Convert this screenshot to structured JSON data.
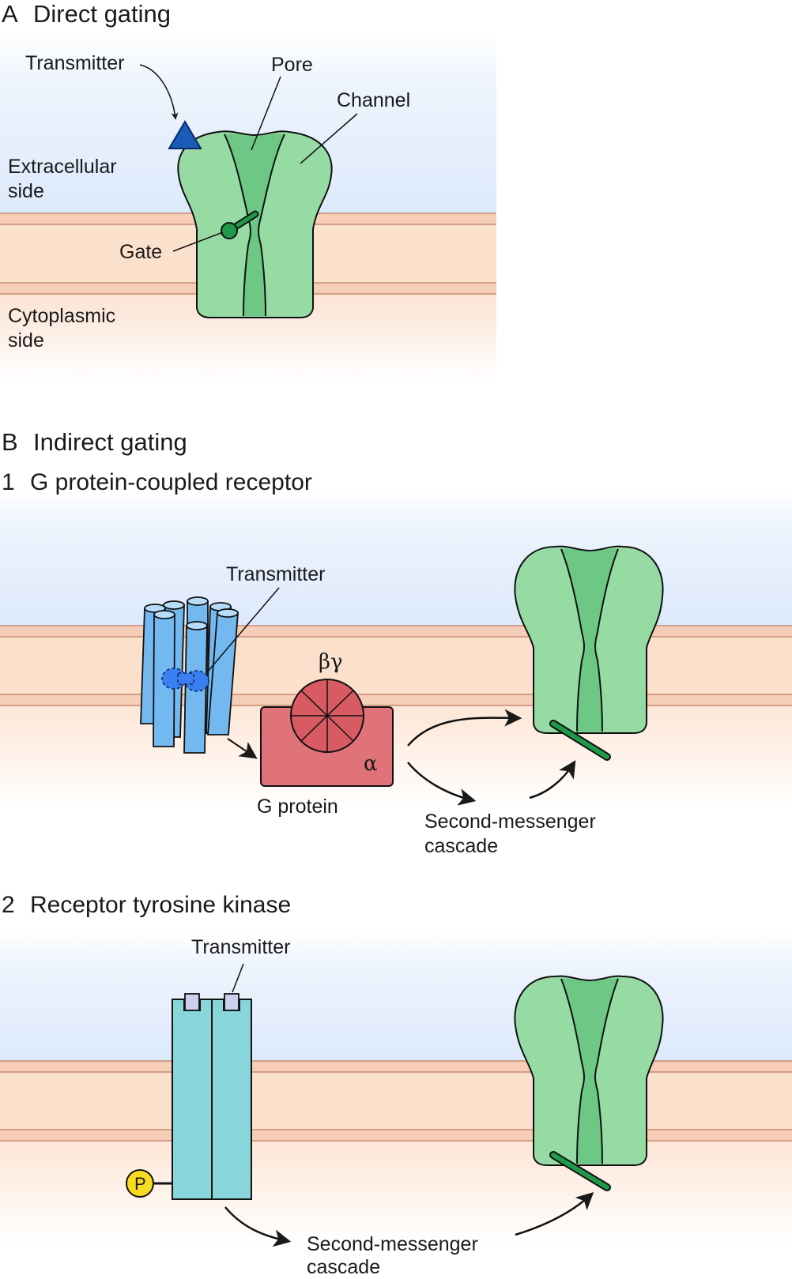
{
  "panel_a": {
    "letter": "A",
    "title": "Direct gating",
    "labels": {
      "transmitter": "Transmitter",
      "pore": "Pore",
      "channel": "Channel",
      "extracellular_1": "Extracellular",
      "extracellular_2": "side",
      "gate": "Gate",
      "cytoplasmic_1": "Cytoplasmic",
      "cytoplasmic_2": "side"
    }
  },
  "panel_b": {
    "letter": "B",
    "title": "Indirect gating",
    "part1": {
      "number": "1",
      "title": "G protein-coupled receptor",
      "transmitter": "Transmitter",
      "beta_gamma": "βγ",
      "alpha": "α",
      "g_protein": "G protein",
      "cascade_1": "Second-messenger",
      "cascade_2": "cascade"
    },
    "part2": {
      "number": "2",
      "title": "Receptor tyrosine kinase",
      "transmitter": "Transmitter",
      "phosphate": "P",
      "cascade_1": "Second-messenger",
      "cascade_2": "cascade"
    }
  },
  "colors": {
    "channel_fill": "#96daa4",
    "pore_fill": "#6cc884",
    "membrane_fill": "#fbe0cc",
    "membrane_line": "#f0b8a0",
    "extracellular_top": "#e0ecfc",
    "transmitter_triangle": "#1a5cb8",
    "gate": "#1f9a4a",
    "gpcr_helix": "#74b8f0",
    "g_alpha": "#e0737a",
    "g_beta_gamma": "#d85a62",
    "rtk_fill": "#88d6dc",
    "phosphate": "#f8dc20"
  }
}
